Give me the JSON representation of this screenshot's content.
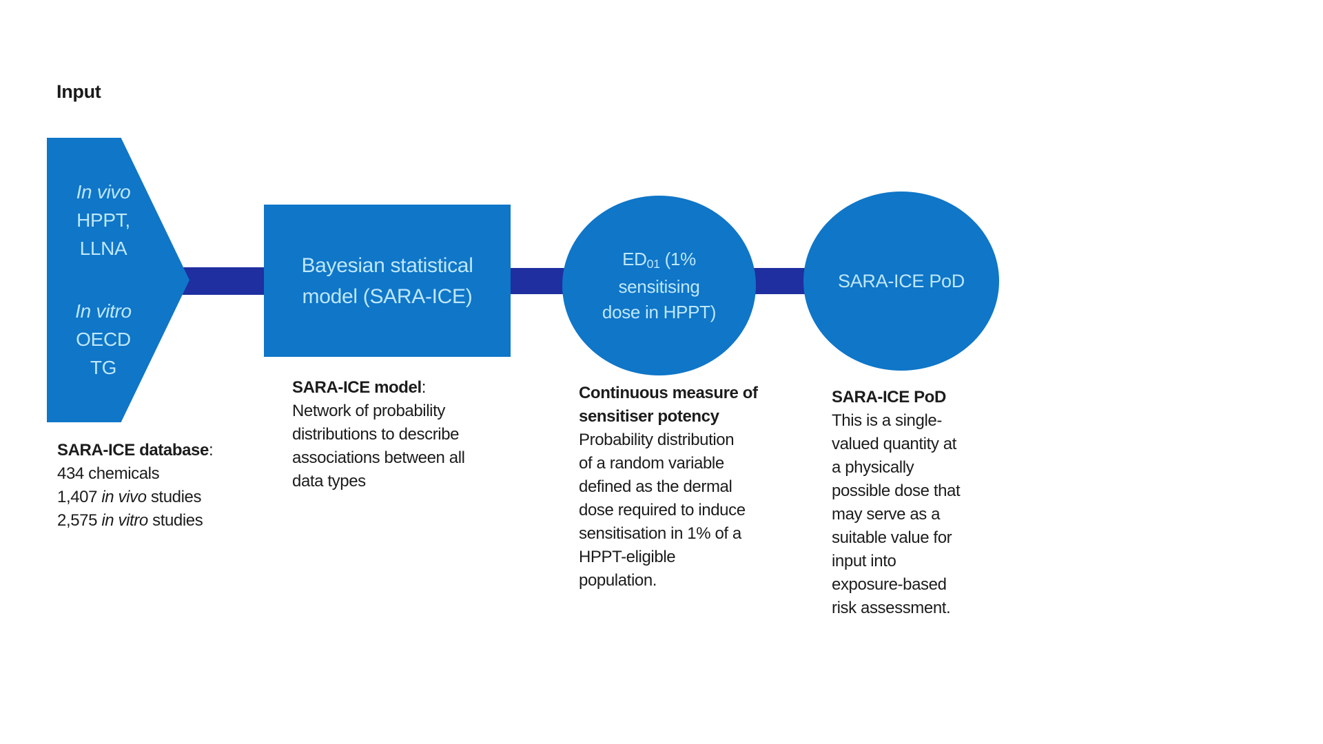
{
  "colors": {
    "shape_blue": "#0f76c8",
    "connector_navy": "#1f2f9f",
    "shape_text_light_blue": "#bee7fa",
    "body_text": "#1c1c1c",
    "background": "#ffffff"
  },
  "input_label": "Input",
  "pentagon": {
    "in_vivo_line1": "In vivo",
    "in_vivo_line2": "HPPT,",
    "in_vivo_line3": "LLNA",
    "in_vitro_line1": "In vitro",
    "in_vitro_line2": "OECD",
    "in_vitro_line3": "TG"
  },
  "box": {
    "label": "Bayesian statistical\nmodel (SARA-ICE)"
  },
  "ed01_circle": {
    "prefix": "ED",
    "sub": "01",
    "line1_rest": " (1%",
    "line2": "sensitising",
    "line3": "dose in HPPT)"
  },
  "pod_circle": {
    "label": "SARA-ICE PoD"
  },
  "descriptions": {
    "database": {
      "heading": "SARA-ICE database",
      "colon": ":",
      "row1": "434 chemicals",
      "row2_pre": "1,407 ",
      "row2_it": "in vivo",
      "row2_post": " studies",
      "row3_pre": "2,575 ",
      "row3_it": "in vitro",
      "row3_post": " studies"
    },
    "model": {
      "heading": "SARA-ICE model",
      "colon": ":",
      "body": "Network of probability\ndistributions to describe\nassociations between all\ndata types"
    },
    "measure": {
      "heading": "Continuous measure of\nsensitiser potency",
      "body": "Probability distribution\nof a random variable\ndefined as the dermal\ndose required to induce\nsensitisation in 1% of a\nHPPT-eligible\npopulation."
    },
    "pod": {
      "heading": "SARA-ICE PoD",
      "body": "This is a single-\nvalued quantity at\na physically\npossible dose that\nmay serve as a\nsuitable value for\ninput into\nexposure-based\nrisk assessment."
    }
  }
}
